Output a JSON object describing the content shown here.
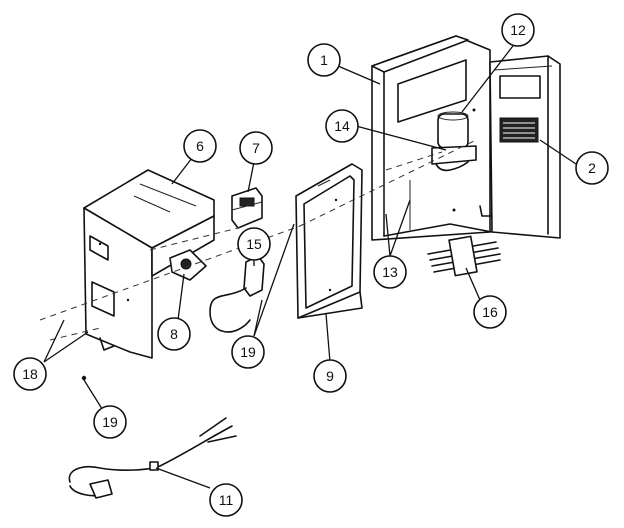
{
  "callouts": [
    {
      "id": "c1",
      "label": "1"
    },
    {
      "id": "c2",
      "label": "2"
    },
    {
      "id": "c6",
      "label": "6"
    },
    {
      "id": "c7",
      "label": "7"
    },
    {
      "id": "c8",
      "label": "8"
    },
    {
      "id": "c9",
      "label": "9"
    },
    {
      "id": "c11",
      "label": "11"
    },
    {
      "id": "c12",
      "label": "12"
    },
    {
      "id": "c13",
      "label": "13"
    },
    {
      "id": "c14",
      "label": "14"
    },
    {
      "id": "c15",
      "label": "15"
    },
    {
      "id": "c16",
      "label": "16"
    },
    {
      "id": "c18",
      "label": "18"
    },
    {
      "id": "c19a",
      "label": "19"
    },
    {
      "id": "c19b",
      "label": "19"
    }
  ]
}
